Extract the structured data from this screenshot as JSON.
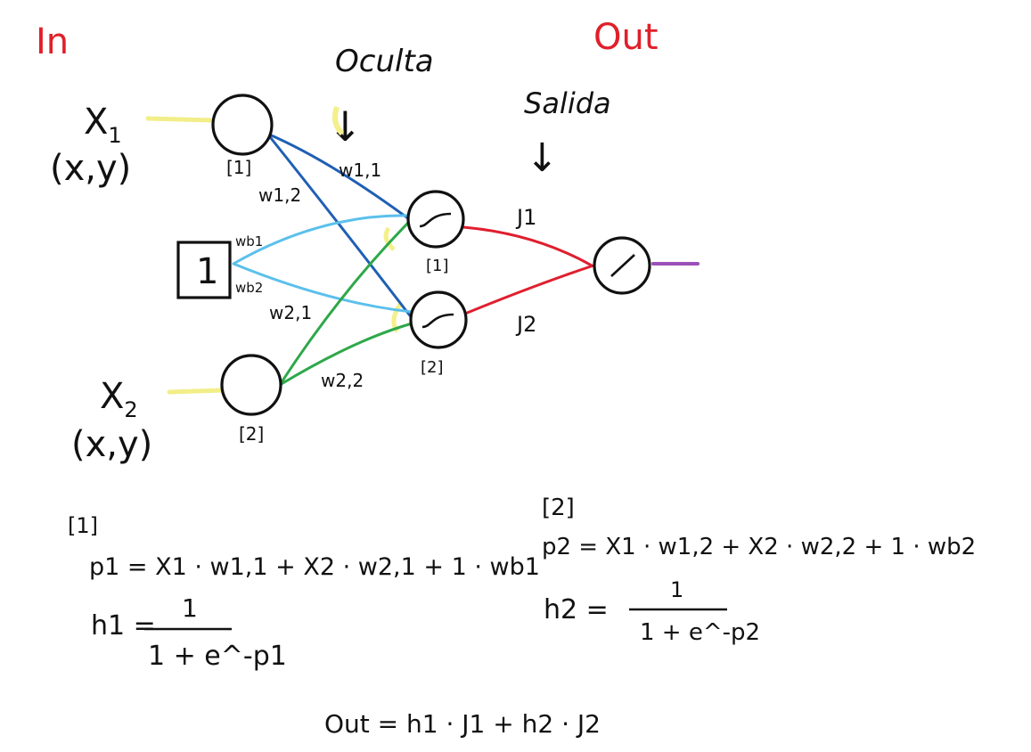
{
  "headers": {
    "input": "In",
    "hidden": "Oculta",
    "output": "Out",
    "output_sub": "Salida"
  },
  "arrows": {
    "hidden_arrow": "↓",
    "output_arrow": "↓"
  },
  "inputs": {
    "x1_name": "X",
    "x1_sub": "1",
    "x1_coords": "(x,y)",
    "x1_index": "[1]",
    "x2_name": "X",
    "x2_sub": "2",
    "x2_coords": "(x,y)",
    "x2_index": "[2]"
  },
  "bias": {
    "value": "1"
  },
  "hidden_nodes": {
    "h1_index": "[1]",
    "h2_index": "[2]"
  },
  "weights": {
    "w11": "w1,1",
    "w12": "w1,2",
    "w21": "w2,1",
    "w22": "w2,2",
    "wb1": "wb1",
    "wb2": "wb2",
    "j1": "J1",
    "j2": "J2"
  },
  "equations": {
    "neuron1_label": "[1]",
    "p1": "p1 = X1 · w1,1 + X2 · w2,1 + 1 · wb1",
    "h1_lhs": "h1 =",
    "h1_num": "1",
    "h1_den": "1 + e^-p1",
    "neuron2_label": "[2]",
    "p2": "p2 = X1 · w1,2 + X2 · w2,2 + 1 · wb2",
    "h2_lhs": "h2 =",
    "h2_num": "1",
    "h2_den": "1 + e^-p2",
    "out": "Out = h1 · J1 + h2 · J2"
  },
  "colors": {
    "header_red": "#e0202a",
    "input_line": "#f2ee88",
    "w_from_x1": "#1f5fb4",
    "w_from_bias": "#5bc0ec",
    "w_from_x2": "#2ea84a",
    "output_weights": "#e01e2e",
    "output_line": "#9b4fb8",
    "highlight": "#f4f08a"
  }
}
